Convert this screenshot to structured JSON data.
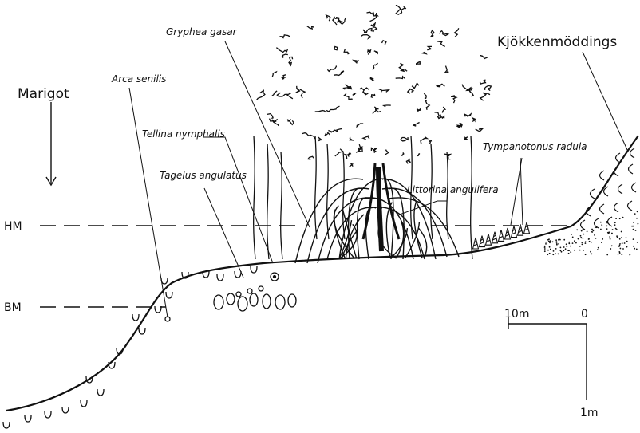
{
  "labels": {
    "marigot": "Marigot",
    "kjokken": "Kjökkenmöddings",
    "hm": "HM",
    "bm": "BM",
    "gryphea": "Gryphea gasar",
    "arca": "Arca senilis",
    "tellina": "Tellina nymphalis",
    "tympanotonus": "Tympanotonus radula",
    "tagelus": "Tagelus angulatus",
    "littorina": "Littorina angulifera"
  },
  "scale": {
    "horizontal": "10m",
    "zero": "0",
    "vertical": "1m"
  },
  "icons": {
    "tree": "mangrove-tree-icon",
    "arrow": "down-arrow-icon"
  }
}
